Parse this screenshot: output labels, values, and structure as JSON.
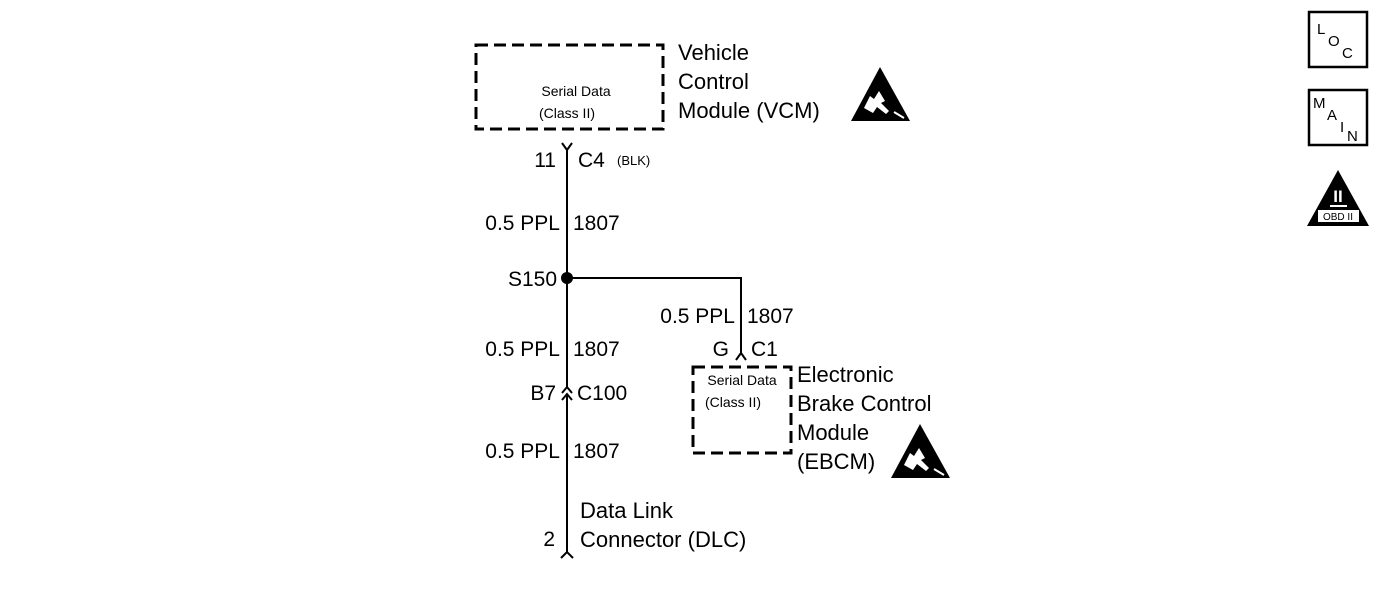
{
  "vcm": {
    "name_line1": "Vehicle",
    "name_line2": "Control",
    "name_line3": "Module (VCM)",
    "box_line1": "Serial Data",
    "box_line2": "(Class II)",
    "pin": "11",
    "connector": "C4",
    "connector_color": "(BLK)"
  },
  "wires": {
    "w1_gauge_color": "0.5 PPL",
    "w1_circuit": "1807",
    "w2_gauge_color": "0.5 PPL",
    "w2_circuit": "1807",
    "w3_gauge_color": "0.5 PPL",
    "w3_circuit": "1807",
    "w4_gauge_color": "0.5 PPL",
    "w4_circuit": "1807"
  },
  "splice": {
    "label": "S150"
  },
  "inline_connector": {
    "pin": "B7",
    "name": "C100"
  },
  "ebcm": {
    "pin": "G",
    "connector": "C1",
    "box_line1": "Serial Data",
    "box_line2": "(Class II)",
    "name_line1": "Electronic",
    "name_line2": "Brake Control",
    "name_line3": "Module",
    "name_line4": "(EBCM)"
  },
  "dlc": {
    "pin": "2",
    "name_line1": "Data Link",
    "name_line2": "Connector (DLC)"
  },
  "nav": {
    "loc_l": "L",
    "loc_o": "O",
    "loc_c": "C",
    "main_m": "M",
    "main_a": "A",
    "main_i": "I",
    "main_n": "N",
    "obd_symbol": "II",
    "obd_label": "OBD II"
  },
  "icons": {
    "esd_vcm": "esd-sensitive-icon",
    "esd_ebcm": "esd-sensitive-icon",
    "obd": "obd-ii-icon"
  }
}
